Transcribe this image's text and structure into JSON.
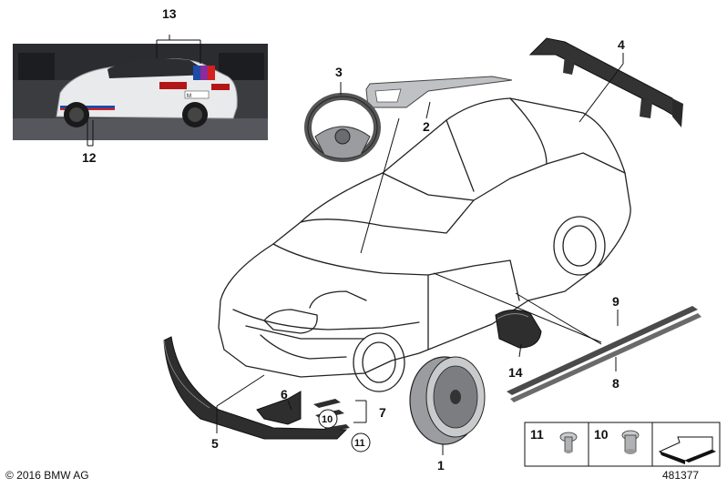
{
  "callouts": {
    "c1": "1",
    "c2": "2",
    "c3": "3",
    "c4": "4",
    "c5": "5",
    "c6": "6",
    "c7": "7",
    "c8": "8",
    "c9": "9",
    "c10": "10",
    "c11": "11",
    "c12": "12",
    "c13": "13",
    "c14": "14"
  },
  "legend": {
    "item11": "11",
    "item10": "10"
  },
  "photo": {
    "plate_text": "M"
  },
  "footer": {
    "copyright": "© 2016 BMW AG",
    "doc_number": "481377"
  }
}
